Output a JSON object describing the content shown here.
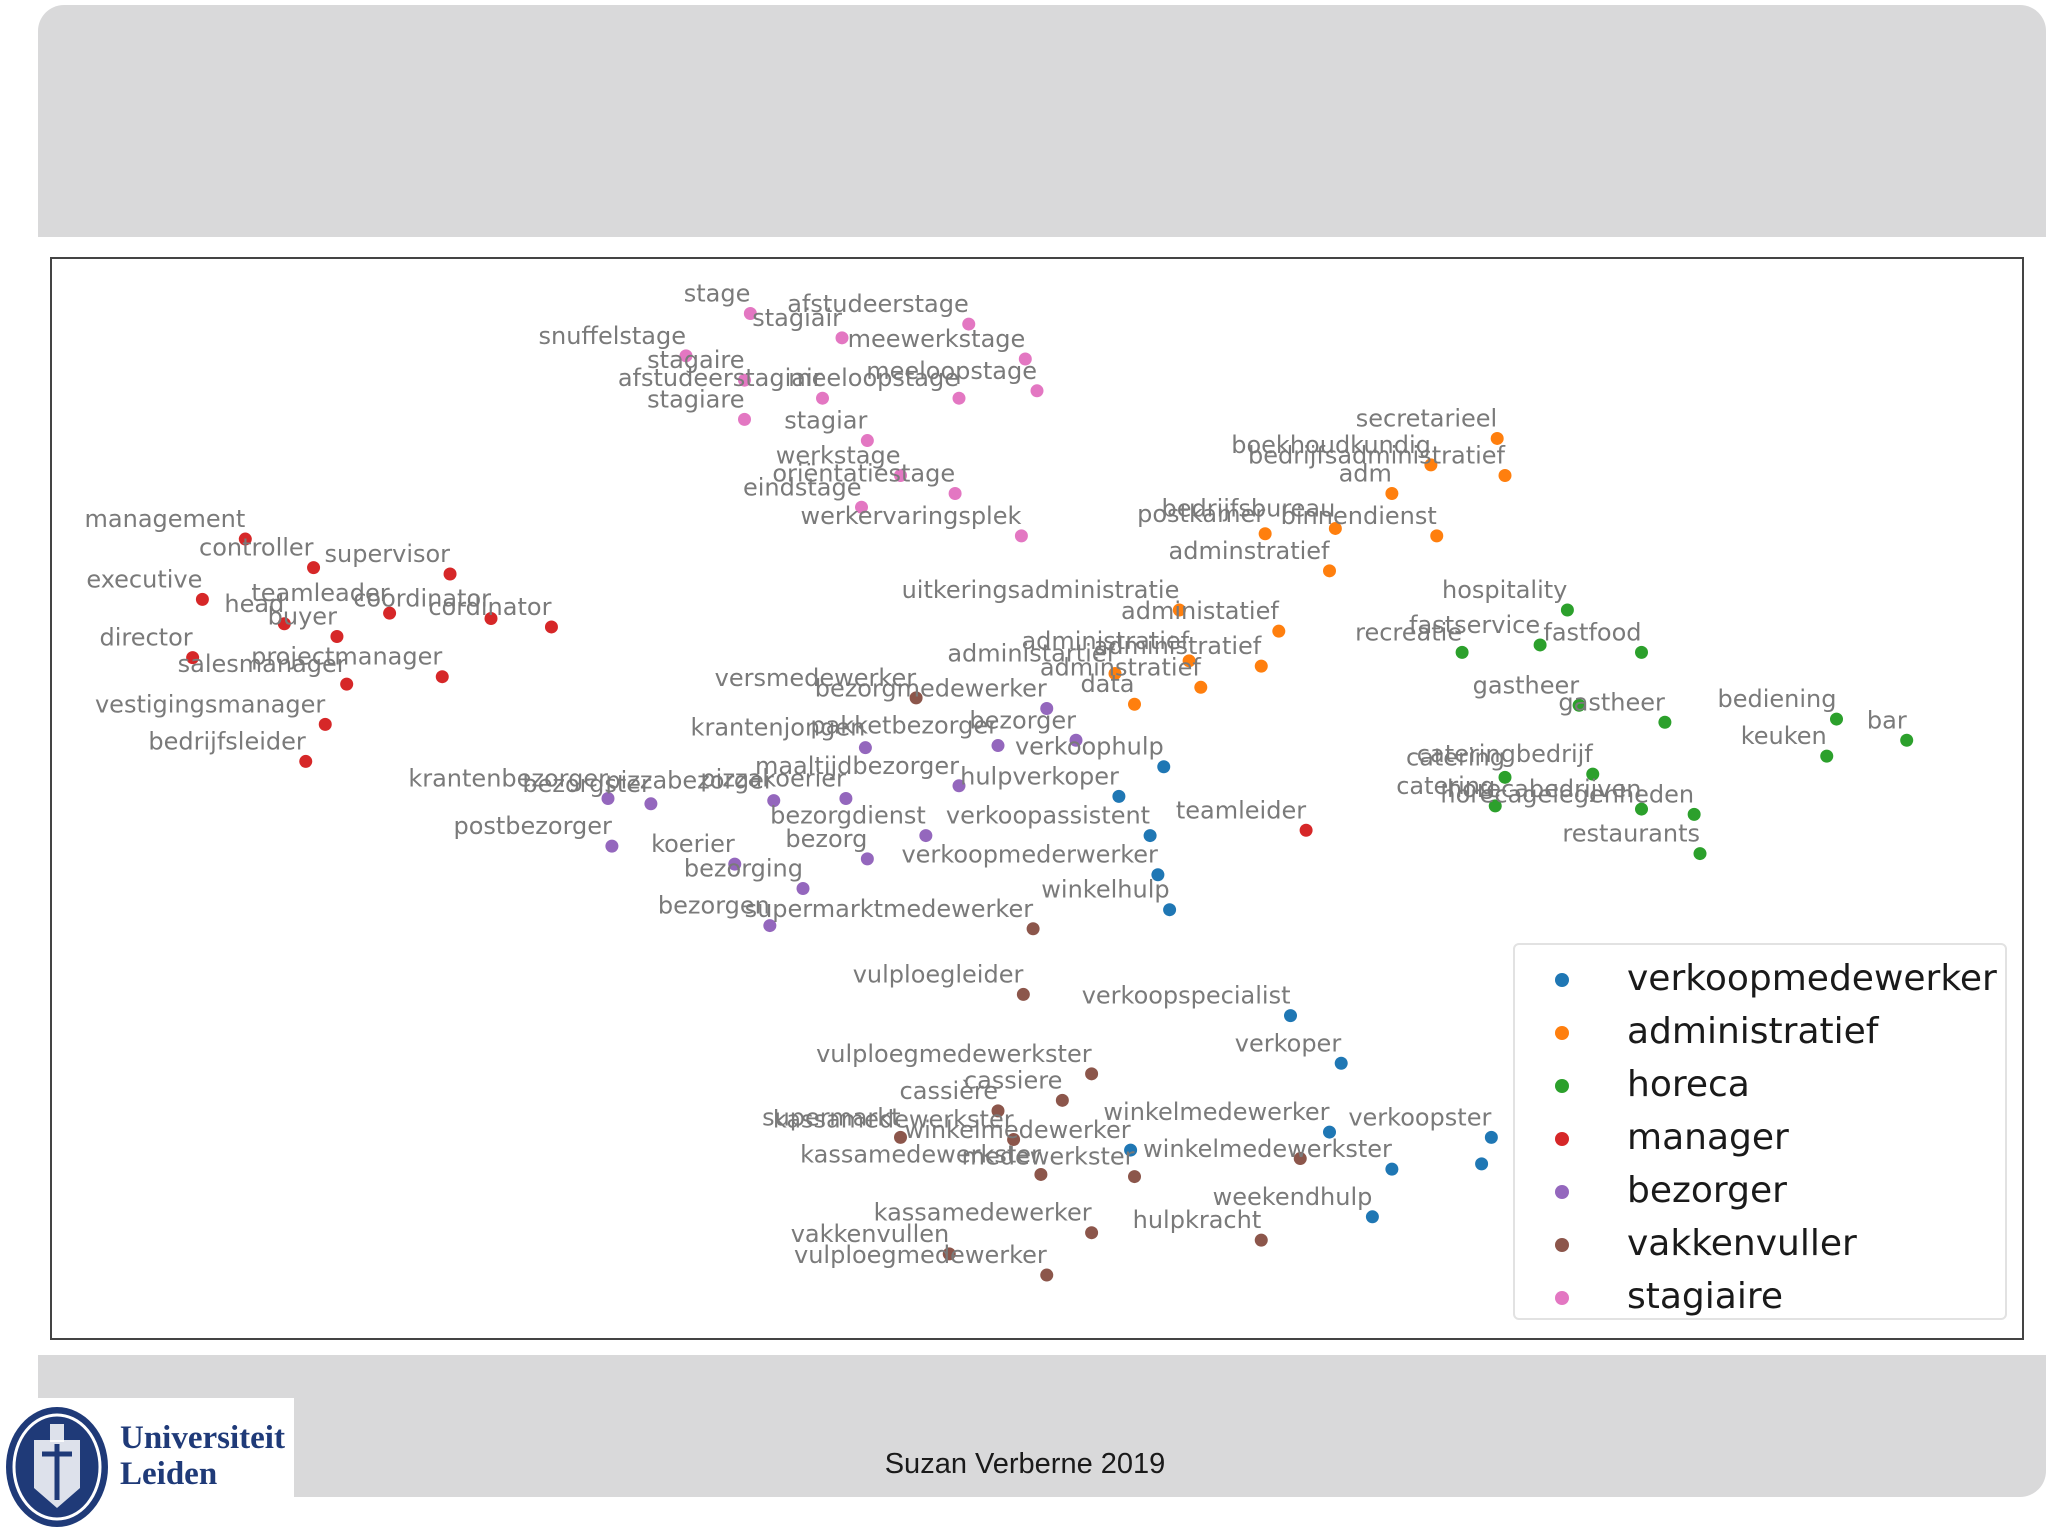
{
  "footer": {
    "author_year": "Suzan Verberne 2019"
  },
  "logo": {
    "line1": "Universiteit",
    "line2": "Leiden"
  },
  "chart_data": {
    "type": "scatter",
    "title": "",
    "xlabel": "",
    "ylabel": "",
    "legend_position": "bottom-right",
    "grid": false,
    "xlim": [
      0,
      100
    ],
    "ylim": [
      0,
      100
    ],
    "series": [
      {
        "name": "verkoopmedewerker",
        "color": "#1f77b4",
        "points": [
          {
            "x": 56.5,
            "y": 53.0,
            "label": "verkoophulp"
          },
          {
            "x": 54.2,
            "y": 50.2,
            "label": "hulpverkoper"
          },
          {
            "x": 55.8,
            "y": 46.5,
            "label": "verkoopassistent"
          },
          {
            "x": 56.2,
            "y": 42.8,
            "label": "verkoopmederwerker"
          },
          {
            "x": 56.8,
            "y": 39.5,
            "label": "winkelhulp"
          },
          {
            "x": 63.0,
            "y": 29.5,
            "label": "verkoopspecialist"
          },
          {
            "x": 65.6,
            "y": 25.0,
            "label": "verkoper"
          },
          {
            "x": 54.8,
            "y": 16.8,
            "label": "winkelmedewerker"
          },
          {
            "x": 68.2,
            "y": 15.0,
            "label": "winkelmedewerkster"
          },
          {
            "x": 73.3,
            "y": 18.0,
            "label": "verkoopster"
          },
          {
            "x": 65.0,
            "y": 18.5,
            "label": "winkelmedewerker"
          },
          {
            "x": 72.8,
            "y": 15.5,
            "label": ""
          },
          {
            "x": 67.2,
            "y": 10.5,
            "label": "weekendhulp"
          }
        ]
      },
      {
        "name": "administratief",
        "color": "#ff7f0e",
        "points": [
          {
            "x": 73.6,
            "y": 84.0,
            "label": "secretarieel"
          },
          {
            "x": 70.2,
            "y": 81.5,
            "label": "boekhoudkundig"
          },
          {
            "x": 74.0,
            "y": 80.5,
            "label": "bedrijfsadministratief"
          },
          {
            "x": 68.2,
            "y": 78.8,
            "label": "adm"
          },
          {
            "x": 61.7,
            "y": 75.0,
            "label": "postkamer"
          },
          {
            "x": 65.3,
            "y": 75.5,
            "label": "bedrijfsbureau"
          },
          {
            "x": 70.5,
            "y": 74.8,
            "label": "binnendienst"
          },
          {
            "x": 65.0,
            "y": 71.5,
            "label": "adminstratief"
          },
          {
            "x": 57.3,
            "y": 67.8,
            "label": "uitkeringsadministratie"
          },
          {
            "x": 62.4,
            "y": 65.8,
            "label": "administatief"
          },
          {
            "x": 57.8,
            "y": 63.0,
            "label": "administratief"
          },
          {
            "x": 61.5,
            "y": 62.5,
            "label": "administratief"
          },
          {
            "x": 54.0,
            "y": 61.8,
            "label": "administartief"
          },
          {
            "x": 58.4,
            "y": 60.5,
            "label": "adminstratief"
          },
          {
            "x": 55.0,
            "y": 58.9,
            "label": "data"
          }
        ]
      },
      {
        "name": "horeca",
        "color": "#2ca02c",
        "points": [
          {
            "x": 77.2,
            "y": 67.8,
            "label": "hospitality"
          },
          {
            "x": 75.8,
            "y": 64.5,
            "label": "fastservice"
          },
          {
            "x": 71.8,
            "y": 63.8,
            "label": "recreatie"
          },
          {
            "x": 81.0,
            "y": 63.8,
            "label": "fastfood"
          },
          {
            "x": 77.8,
            "y": 58.8,
            "label": "gastheer"
          },
          {
            "x": 82.2,
            "y": 57.2,
            "label": "gastheer"
          },
          {
            "x": 74.0,
            "y": 52.0,
            "label": "catering"
          },
          {
            "x": 78.5,
            "y": 52.3,
            "label": "cateringbedrijf"
          },
          {
            "x": 91.0,
            "y": 57.5,
            "label": "bediening"
          },
          {
            "x": 90.5,
            "y": 54.0,
            "label": "keuken"
          },
          {
            "x": 94.6,
            "y": 55.5,
            "label": "bar"
          },
          {
            "x": 73.5,
            "y": 49.3,
            "label": "catering"
          },
          {
            "x": 81.0,
            "y": 49.0,
            "label": "horecabedrijven"
          },
          {
            "x": 83.7,
            "y": 48.5,
            "label": "horecagelegenheden"
          },
          {
            "x": 84.0,
            "y": 44.8,
            "label": "restaurants"
          }
        ]
      },
      {
        "name": "manager",
        "color": "#d62728",
        "points": [
          {
            "x": 9.4,
            "y": 74.5,
            "label": "management"
          },
          {
            "x": 12.9,
            "y": 71.8,
            "label": "controller"
          },
          {
            "x": 19.9,
            "y": 71.2,
            "label": "supervisor"
          },
          {
            "x": 7.2,
            "y": 68.8,
            "label": "executive"
          },
          {
            "x": 11.4,
            "y": 66.5,
            "label": "head"
          },
          {
            "x": 16.8,
            "y": 67.5,
            "label": "teamleader"
          },
          {
            "x": 14.1,
            "y": 65.3,
            "label": "buyer"
          },
          {
            "x": 22.0,
            "y": 67.0,
            "label": "coordinator"
          },
          {
            "x": 25.1,
            "y": 66.2,
            "label": "cordinator"
          },
          {
            "x": 6.7,
            "y": 63.3,
            "label": "director"
          },
          {
            "x": 19.5,
            "y": 61.5,
            "label": "projectmanager"
          },
          {
            "x": 14.6,
            "y": 60.8,
            "label": "salesmanager"
          },
          {
            "x": 13.5,
            "y": 57.0,
            "label": "vestigingsmanager"
          },
          {
            "x": 12.5,
            "y": 53.5,
            "label": "bedrijfsleider"
          },
          {
            "x": 63.8,
            "y": 47.0,
            "label": "teamleider"
          }
        ]
      },
      {
        "name": "bezorger",
        "color": "#9467bd",
        "points": [
          {
            "x": 50.5,
            "y": 58.5,
            "label": "bezorgmedewerker"
          },
          {
            "x": 41.2,
            "y": 54.8,
            "label": "krantenjongen"
          },
          {
            "x": 48.0,
            "y": 55.0,
            "label": "pakketbezorger"
          },
          {
            "x": 52.0,
            "y": 55.5,
            "label": "bezorger"
          },
          {
            "x": 30.2,
            "y": 49.5,
            "label": "bezorgster"
          },
          {
            "x": 28.0,
            "y": 50.0,
            "label": "krantenbezorger"
          },
          {
            "x": 36.5,
            "y": 49.8,
            "label": "pizzabezorger"
          },
          {
            "x": 40.2,
            "y": 50.0,
            "label": "pizzakoerier"
          },
          {
            "x": 46.0,
            "y": 51.2,
            "label": "maaltijdbezorger"
          },
          {
            "x": 28.2,
            "y": 45.5,
            "label": "postbezorger"
          },
          {
            "x": 44.3,
            "y": 46.5,
            "label": "bezorgdienst"
          },
          {
            "x": 41.3,
            "y": 44.3,
            "label": "bezorg"
          },
          {
            "x": 34.5,
            "y": 43.8,
            "label": "koerier"
          },
          {
            "x": 38.0,
            "y": 41.5,
            "label": "bezorging"
          },
          {
            "x": 36.3,
            "y": 38.0,
            "label": "bezorgen"
          }
        ]
      },
      {
        "name": "vakkenvuller",
        "color": "#8c564b",
        "points": [
          {
            "x": 43.8,
            "y": 59.5,
            "label": "versmedewerker"
          },
          {
            "x": 49.8,
            "y": 37.7,
            "label": "supermarktmedewerker"
          },
          {
            "x": 49.3,
            "y": 31.5,
            "label": "vulploegleider"
          },
          {
            "x": 52.8,
            "y": 24.0,
            "label": "vulploegmedewerkster"
          },
          {
            "x": 51.3,
            "y": 21.5,
            "label": "cassiere"
          },
          {
            "x": 48.0,
            "y": 20.5,
            "label": "cassière"
          },
          {
            "x": 43.0,
            "y": 18.0,
            "label": "supermarkt"
          },
          {
            "x": 48.8,
            "y": 17.8,
            "label": "kassamedewerkster"
          },
          {
            "x": 50.2,
            "y": 14.5,
            "label": "kassamedewerkster"
          },
          {
            "x": 55.0,
            "y": 14.3,
            "label": "medewerkster"
          },
          {
            "x": 52.8,
            "y": 9.0,
            "label": "kassamedewerker"
          },
          {
            "x": 61.5,
            "y": 8.3,
            "label": "hulpkracht"
          },
          {
            "x": 45.5,
            "y": 7.0,
            "label": "vakkenvullen"
          },
          {
            "x": 50.5,
            "y": 5.0,
            "label": "vulploegmedewerker"
          },
          {
            "x": 63.5,
            "y": 16.0,
            "label": ""
          }
        ]
      },
      {
        "name": "stagiaire",
        "color": "#e377c2",
        "points": [
          {
            "x": 35.3,
            "y": 95.8,
            "label": "stage"
          },
          {
            "x": 40.0,
            "y": 93.5,
            "label": "stagiair"
          },
          {
            "x": 46.5,
            "y": 94.8,
            "label": "afstudeerstage"
          },
          {
            "x": 32.0,
            "y": 91.8,
            "label": "snuffelstage"
          },
          {
            "x": 49.4,
            "y": 91.5,
            "label": "meewerkstage"
          },
          {
            "x": 35.0,
            "y": 89.5,
            "label": "stagaire"
          },
          {
            "x": 39.0,
            "y": 87.8,
            "label": "afstudeerstagiair"
          },
          {
            "x": 46.0,
            "y": 87.8,
            "label": "meeloopstage"
          },
          {
            "x": 50.0,
            "y": 88.5,
            "label": "meeloopstage"
          },
          {
            "x": 35.0,
            "y": 85.8,
            "label": "stagiare"
          },
          {
            "x": 41.3,
            "y": 83.8,
            "label": "stagiar"
          },
          {
            "x": 43.0,
            "y": 80.5,
            "label": "werkstage"
          },
          {
            "x": 45.8,
            "y": 78.8,
            "label": "oriëntatiestage"
          },
          {
            "x": 41.0,
            "y": 77.5,
            "label": "eindstage"
          },
          {
            "x": 49.2,
            "y": 74.8,
            "label": "werkervaringsplek"
          }
        ]
      }
    ]
  }
}
